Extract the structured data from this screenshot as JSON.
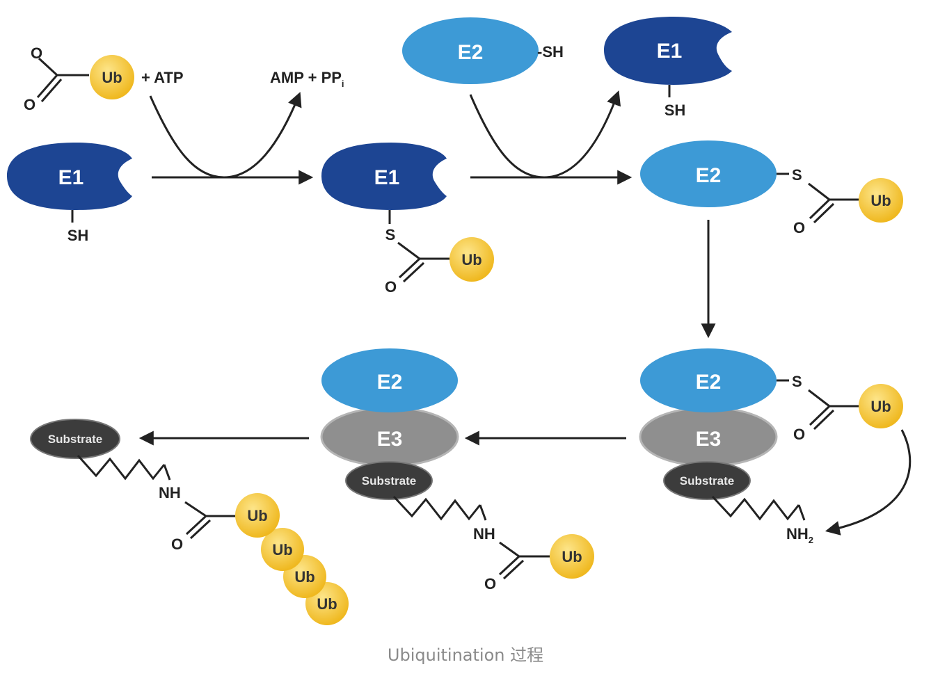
{
  "caption": "Ubiquitination 过程",
  "colors": {
    "e1": "#1d4593",
    "e2": "#3d9ad6",
    "e3": "#8f8f8f",
    "ubiquitin": "#f1c232",
    "substrate": "#3c3c3c",
    "line": "#222222"
  },
  "labels": {
    "ub": "Ub",
    "e1": "E1",
    "e2": "E2",
    "e3": "E3",
    "substrate": "Substrate",
    "sh": "SH",
    "dash_sh": "-SH",
    "s": "S",
    "o": "O",
    "nh": "NH",
    "nh2": "NH",
    "nh2_subscript": "2",
    "atp": "+ ATP",
    "amp_pp": "AMP + PP",
    "pp_subscript": "i"
  }
}
